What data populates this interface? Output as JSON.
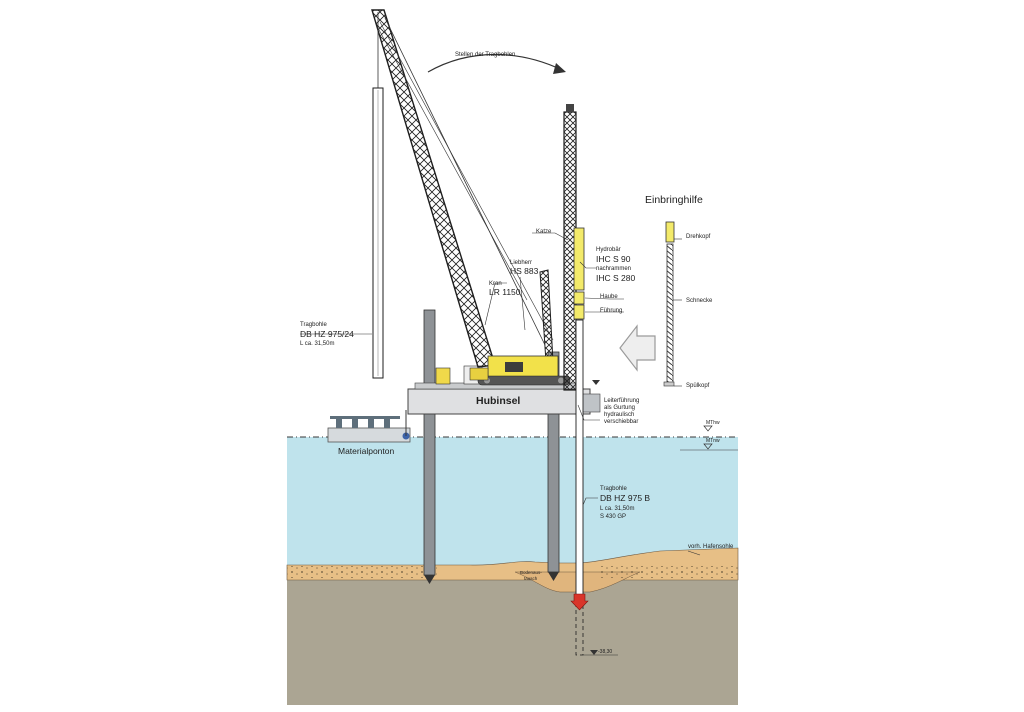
{
  "labels": {
    "arc": "Stellen der Tragbohlen",
    "einbringhilfe": "Einbringhilfe",
    "katze": "Katze",
    "hydrobaer": "Hydrobär",
    "ihc_s90": "IHC S 90",
    "nachrammen": "nachrammen",
    "ihc_s280": "IHC S 280",
    "liebherr": "Liebherr",
    "hs883": "HS 883",
    "kran": "Kran",
    "lr1150": "LR 1150",
    "haube": "Haube",
    "fuehrung": "Führung",
    "drehkopf": "Drehkopf",
    "schnecke": "Schnecke",
    "spuelkopf": "Spülkopf",
    "tb_left_1": "Tragbohle",
    "tb_left_2": "DB HZ 975/24",
    "tb_left_3": "L ca. 31,50m",
    "hubinsel": "Hubinsel",
    "materialponton": "Materialponton",
    "leiter_1": "Leiterführung",
    "leiter_2": "als Gurtung",
    "leiter_3": "hydraulisch",
    "leiter_4": "verschiebbar",
    "mthw": "MThw",
    "mtnw": "MTnw",
    "tb_right_1": "Tragbohle",
    "tb_right_2": "DB HZ 975 B",
    "tb_right_3": "L ca. 31,50m",
    "tb_right_4": "S 430 GP",
    "hafensohle": "vorh. Hafensohle",
    "bodenaus": "Bodenaus-",
    "tausch": "tausch",
    "depth": "-38,30"
  },
  "colors": {
    "water": "#bfe3ec",
    "sand": "#e7bf86",
    "soil": "#aba593",
    "platform": "#dfe0e2",
    "leg": "#8e9296",
    "crane_yellow": "#f2e14a",
    "hammer_yellow": "#f3ea6a",
    "red_arrow": "#d9352a"
  }
}
